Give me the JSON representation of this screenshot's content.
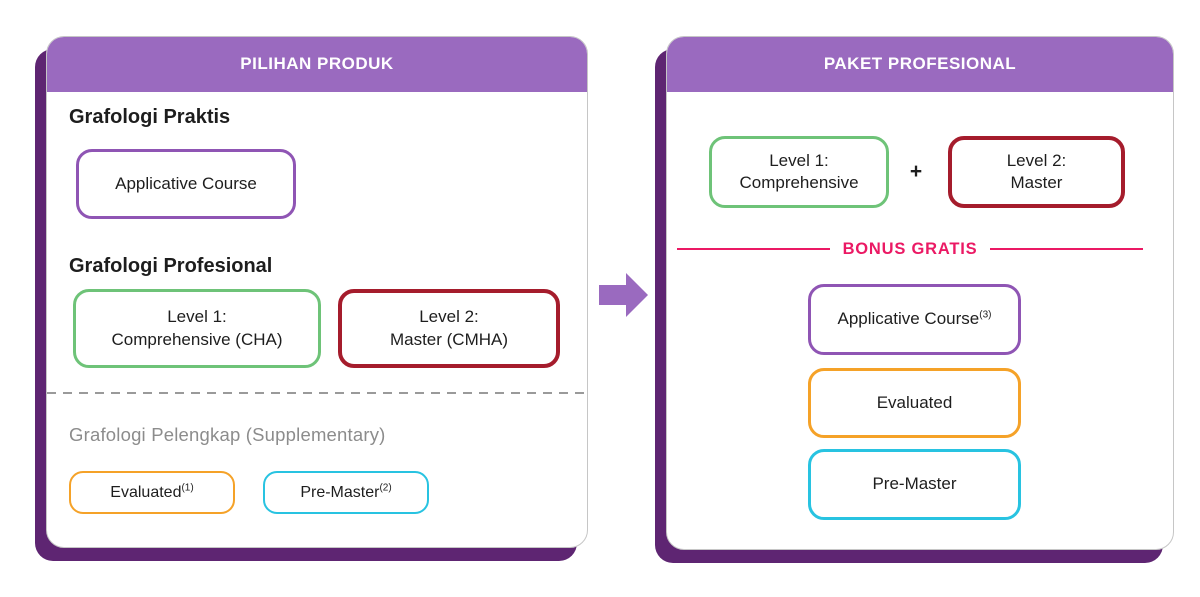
{
  "colors": {
    "header_purple": "#9a6abf",
    "shadow_purple": "#5e2572",
    "arrow_purple": "#9a6abf",
    "purple_border": "#8f55b4",
    "green_border": "#6ec378",
    "red_border": "#a51c2c",
    "orange_border": "#f5a228",
    "cyan_border": "#28c3e1",
    "pink_accent": "#eb1964",
    "text_dark": "#1e1e1e",
    "text_muted": "#8c8c8c"
  },
  "left_panel": {
    "title": "PILIHAN PRODUK",
    "praktis_heading": "Grafologi Praktis",
    "applicative_box": {
      "label": "Applicative Course",
      "sup": ""
    },
    "profesional_heading": "Grafologi Profesional",
    "level_boxes": [
      {
        "line1": "Level 1:",
        "line2": "Comprehensive (CHA)"
      },
      {
        "line1": "Level 2:",
        "line2": "Master (CMHA)"
      }
    ],
    "pelengkap_heading": "Grafologi Pelengkap (Supplementary)",
    "supplementary_boxes": [
      {
        "label": "Evaluated",
        "sup": "(1)"
      },
      {
        "label": "Pre-Master",
        "sup": "(2)"
      }
    ]
  },
  "arrow": {
    "meaning": "becomes"
  },
  "right_panel": {
    "title": "PAKET PROFESIONAL",
    "combo_boxes": [
      {
        "line1": "Level 1:",
        "line2": "Comprehensive"
      },
      {
        "line1": "Level 2:",
        "line2": "Master"
      }
    ],
    "plus": "+",
    "bonus_heading": "BONUS GRATIS",
    "bonus_boxes": [
      {
        "label": "Applicative Course",
        "sup": "(3)"
      },
      {
        "label": "Evaluated",
        "sup": ""
      },
      {
        "label": "Pre-Master",
        "sup": ""
      }
    ]
  }
}
